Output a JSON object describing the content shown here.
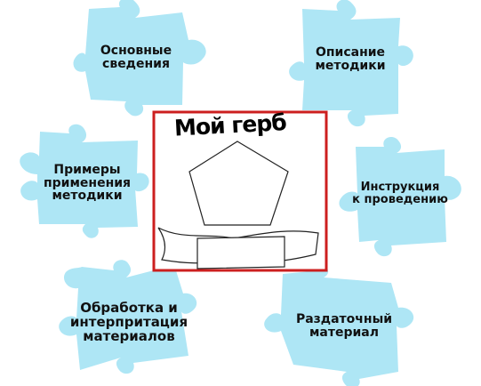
{
  "pieces": {
    "basic_info": {
      "label": "Основные\nсведения"
    },
    "method_description": {
      "label": "Описание\nметодики"
    },
    "examples": {
      "label": "Примеры\nприменения\nметодики"
    },
    "instructions": {
      "label": "Инструкция\nк проведению"
    },
    "processing": {
      "label": "Обработка и\nинтерпритация\nматериалов"
    },
    "handout": {
      "label": "Раздаточный\nматериал"
    }
  },
  "center": {
    "title": "Мой герб"
  },
  "colors": {
    "puzzle_fill": "#aee6f5",
    "frame_border": "#cc1f1f",
    "outline": "#222222"
  },
  "icons": {
    "shield": "pentagon-icon",
    "ribbon": "ribbon-banner-icon"
  }
}
